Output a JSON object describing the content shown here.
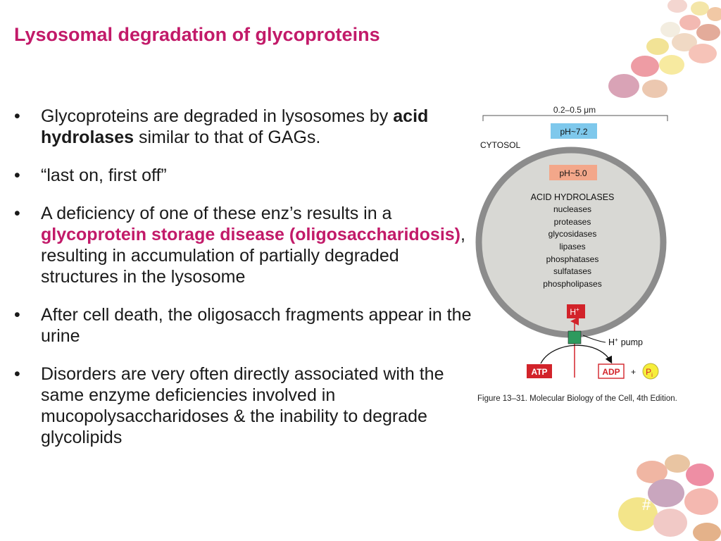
{
  "slide": {
    "title": "Lysosomal degradation of glycoproteins",
    "slide_number": "#"
  },
  "bullets": [
    {
      "marker": "•",
      "parts": [
        "Glycoproteins are degraded in lysosomes by ",
        "acid hydrolases",
        " similar to that of GAGs."
      ]
    },
    {
      "marker": "•",
      "text": "“last on, first off”"
    },
    {
      "marker": "•",
      "parts": [
        " A deficiency of one of these enz’s results in a ",
        "glycoprotein storage disease (oligosaccharidosis)",
        ", resulting in accumulation of partially degraded structures in the lysosome"
      ]
    },
    {
      "marker": "•",
      "text": "After cell death, the oligosacch fragments appear in the urine"
    },
    {
      "marker": "•",
      "text": "Disorders are very often directly associated with the same enzyme deficiencies involved in mucopolysaccharidoses & the inability to degrade glycolipids"
    }
  ],
  "figure": {
    "size_label": "0.2–0.5 μm",
    "cytosol_ph": "pH~7.2",
    "cytosol_label": "CYTOSOL",
    "lysosome_ph": "pH~5.0",
    "hydrolases_title": "ACID HYDROLASES",
    "hydrolases": [
      "nucleases",
      "proteases",
      "glycosidases",
      "lipases",
      "phosphatases",
      "sulfatases",
      "phospholipases"
    ],
    "proton": "H",
    "proton_sup": "+",
    "pump_label": "pump",
    "atp": "ATP",
    "adp": "ADP",
    "plus": "+",
    "pi": "P",
    "pi_sub": "i",
    "caption": "Figure 13–31. Molecular Biology of the Cell, 4th Edition.",
    "colors": {
      "lysosome_fill": "#d8d8d4",
      "lysosome_border": "#8c8c8c",
      "cytosol_ph_bg": "#7ec8ec",
      "lysosome_ph_bg": "#f3a78a",
      "accent_red": "#d2232a",
      "pump_green": "#2e9a5e",
      "pi_yellow": "#f6ee3a"
    }
  },
  "theme": {
    "title_color": "#c21a69",
    "highlight_color": "#c21a69"
  }
}
